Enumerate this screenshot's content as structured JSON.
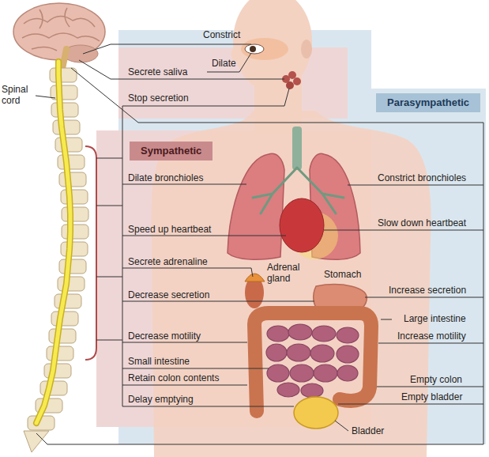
{
  "diagram": {
    "nodes": [
      {
        "text": [
          "Parasympathetic"
        ]
      },
      {
        "text": [
          "Sympathetic"
        ]
      }
    ],
    "labels": [
      "Constrict",
      "Dilate",
      "Spinal cord",
      "Secrete saliva",
      "Stop secretion",
      "Dilate bronchioles",
      "Constrict bronchioles",
      "Speed up heartbeat",
      "Slow down heartbeat",
      "Secrete adrenaline",
      "Adrenal gland",
      "Stomach",
      "Decrease secretion",
      "Increase secretion",
      "Large intestine",
      "Decrease motility",
      "Increase motility",
      "Small intestine",
      "Retain colon contents",
      "Empty colon",
      "Delay emptying",
      "Empty bladder",
      "Bladder"
    ]
  }
}
